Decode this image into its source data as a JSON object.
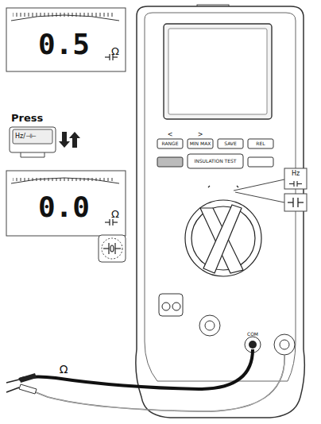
{
  "diagram": {
    "nodes": [
      {
        "text": [
          "0.5",
          "Ω"
        ]
      },
      {
        "text": [
          "Press",
          "Hz/⊣⊢"
        ]
      },
      {
        "text": [
          "0.0",
          "Ω"
        ]
      }
    ],
    "labels": [
      "<",
      ">",
      "RANGE",
      "MIN MAX",
      "SAVE",
      "REL",
      "INSULATION TEST",
      "Hz",
      "COM",
      "Ω"
    ]
  }
}
